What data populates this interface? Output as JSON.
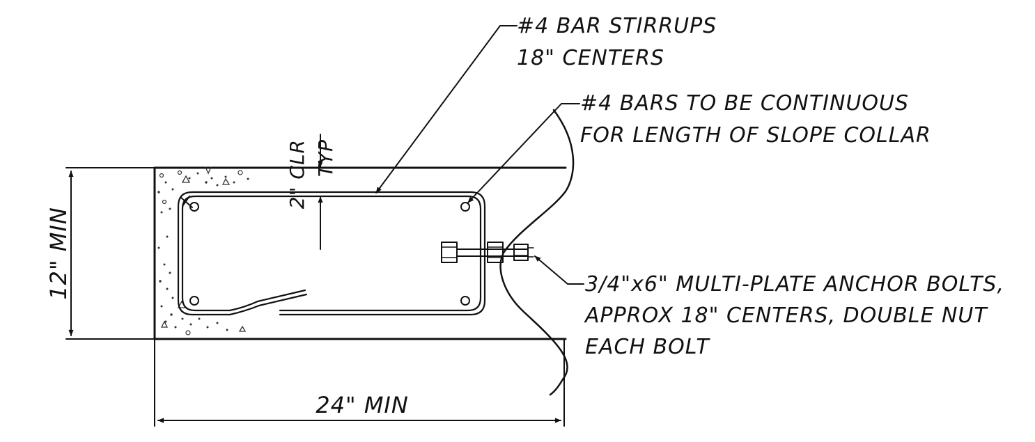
{
  "notes": {
    "stirrups": {
      "line1": "#4  BAR STIRRUPS",
      "line2": "18\" CENTERS"
    },
    "bars": {
      "line1": "#4  BARS TO BE CONTINUOUS",
      "line2": "FOR LENGTH OF SLOPE COLLAR"
    },
    "anchor": {
      "line1": "3/4\"x6\" MULTI-PLATE ANCHOR BOLTS,",
      "line2": "APPROX 18\" CENTERS,  DOUBLE NUT",
      "line3": "EACH BOLT"
    }
  },
  "dimensions": {
    "clear_cover": {
      "line1": "2\" CLR",
      "line2": "TYP"
    },
    "height": "12\" MIN",
    "width": "24\" MIN"
  }
}
